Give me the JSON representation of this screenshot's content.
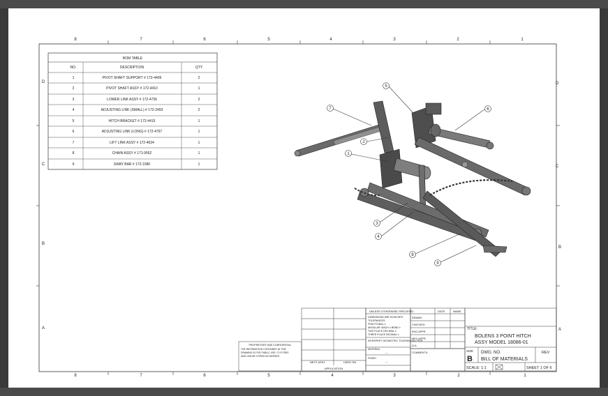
{
  "zones": {
    "columns": [
      "8",
      "7",
      "6",
      "5",
      "4",
      "3",
      "2",
      "1"
    ],
    "rows": [
      "D",
      "C",
      "B",
      "A"
    ]
  },
  "bom": {
    "title": "BOM TABLE",
    "headers": {
      "no": "NO.",
      "description": "DESCRIPTION",
      "qty": "QTY"
    },
    "rows": [
      {
        "no": "1",
        "description": "PIVOT SHAFT SUPPORT # 172-4409",
        "qty": "2"
      },
      {
        "no": "2",
        "description": "PIVOT SHAFT ASSY # 172-4410",
        "qty": "1"
      },
      {
        "no": "3",
        "description": "LOWER LINK ASSY # 172-4736",
        "qty": "2"
      },
      {
        "no": "4",
        "description": "ADJUSTING LINK (SMALL) # 172-2493",
        "qty": "2"
      },
      {
        "no": "5",
        "description": "HITCH BRACKET # 172-4415",
        "qty": "1"
      },
      {
        "no": "6",
        "description": "ADJUSTING LINK (LONG) # 172-4797",
        "qty": "1"
      },
      {
        "no": "7",
        "description": "LIFT LINK ASSY # 172-4634",
        "qty": "1"
      },
      {
        "no": "8",
        "description": "CHAIN ASSY # 171-9562",
        "qty": "1"
      },
      {
        "no": "9",
        "description": "SWAY BAR # 172-1580",
        "qty": "1"
      }
    ]
  },
  "balloons": [
    "1",
    "2",
    "3",
    "4",
    "5",
    "6",
    "7",
    "8",
    "9"
  ],
  "title_block": {
    "unless": "UNLESS OTHERWISE SPECIFIED:",
    "name": "NAME",
    "date": "DATE",
    "dims": "DIMENSIONS ARE IN INCHES",
    "tolerances": "TOLERANCES:",
    "fractional": "FRACTIONAL ±",
    "angular": "ANGULAR: MACH ±   BEND ±",
    "two_place": "TWO PLACE DECIMAL    ±",
    "three_place": "THREE PLACE DECIMAL  ±",
    "drawn": "DRAWN",
    "checked": "CHECKED",
    "eng_appr": "ENG APPR.",
    "mfg_appr": "MFG APPR.",
    "qa": "Q.A.",
    "comments": "COMMENTS:",
    "interpret": "INTERPRET GEOMETRIC TOLERANCING PER:",
    "material": "MATERIAL",
    "material_val": "---",
    "finish": "FINISH",
    "finish_val": "---",
    "next_assy": "NEXT ASSY",
    "used_on": "USED ON",
    "application": "APPLICATION",
    "proprietary_title": "PROPRIETARY AND CONFIDENTIAL",
    "proprietary_1": "THE INFORMATION CONTAINED IN THIS",
    "proprietary_2": "DRAWING IS FOR PUBLIC USE. IT IS FREE",
    "proprietary_3": "AND CAN BE COPIED AS NEEDED.",
    "title_label": "TITLE:",
    "title_line1": "BOLENS 3 POINT HITCH",
    "title_line2": "ASSY MODEL 18086-01",
    "size_label": "SIZE",
    "size": "B",
    "dwg_no_label": "DWG.  NO.",
    "dwg_no": "BILL OF MATERIALS",
    "rev_label": "REV",
    "scale": "SCALE: 1:1",
    "sheet": "SHEET 1 OF 6"
  }
}
